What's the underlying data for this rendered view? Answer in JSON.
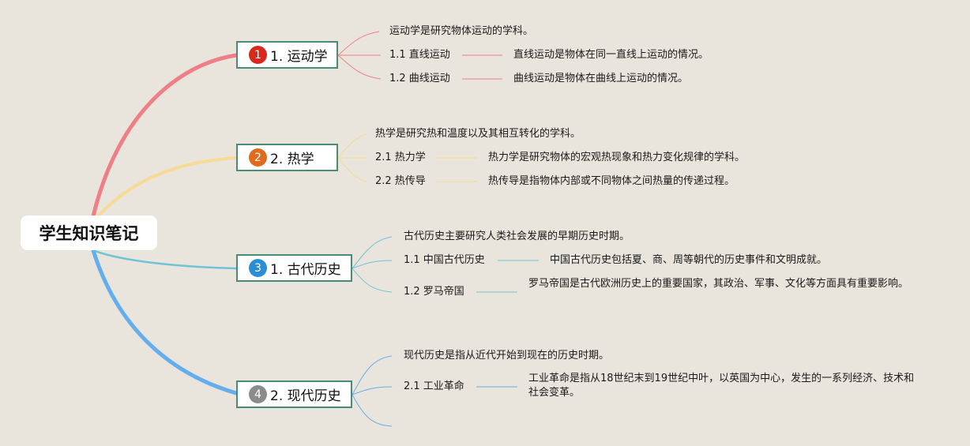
{
  "root": {
    "label": "学生知识笔记"
  },
  "colors": {
    "branch1": "#ef7f87",
    "branch2": "#f7da96",
    "branch3": "#6fc3d4",
    "branch4": "#64aeed",
    "badge1": "#d9281c",
    "badge2": "#e06b1c",
    "badge3": "#2a8ed6",
    "badge4": "#8b8b8b",
    "branch_border": "#4a8a78"
  },
  "branches": [
    {
      "badge": "1",
      "label": "1. 运动学",
      "summary": "运动学是研究物体运动的学科。",
      "children": [
        {
          "label": "1.1 直线运动",
          "detail": "直线运动是物体在同一直线上运动的情况。"
        },
        {
          "label": "1.2 曲线运动",
          "detail": "曲线运动是物体在曲线上运动的情况。"
        }
      ]
    },
    {
      "badge": "2",
      "label": "2. 热学",
      "summary": "热学是研究热和温度以及其相互转化的学科。",
      "children": [
        {
          "label": "2.1 热力学",
          "detail": "热力学是研究物体的宏观热现象和热力变化规律的学科。"
        },
        {
          "label": "2.2 热传导",
          "detail": "热传导是指物体内部或不同物体之间热量的传递过程。"
        }
      ]
    },
    {
      "badge": "3",
      "label": "1. 古代历史",
      "summary": "古代历史主要研究人类社会发展的早期历史时期。",
      "children": [
        {
          "label": "1.1 中国古代历史",
          "detail": "中国古代历史包括夏、商、周等朝代的历史事件和文明成就。"
        },
        {
          "label": "1.2 罗马帝国",
          "detail": "罗马帝国是古代欧洲历史上的重要国家，其政治、军事、文化等方面具有重要影响。"
        }
      ]
    },
    {
      "badge": "4",
      "label": "2. 现代历史",
      "summary": "现代历史是指从近代开始到现在的历史时期。",
      "children": [
        {
          "label": "2.1 工业革命",
          "detail": "工业革命是指从18世纪末到19世纪中叶，以英国为中心，发生的一系列经济、技术和社会变革。"
        }
      ]
    }
  ]
}
